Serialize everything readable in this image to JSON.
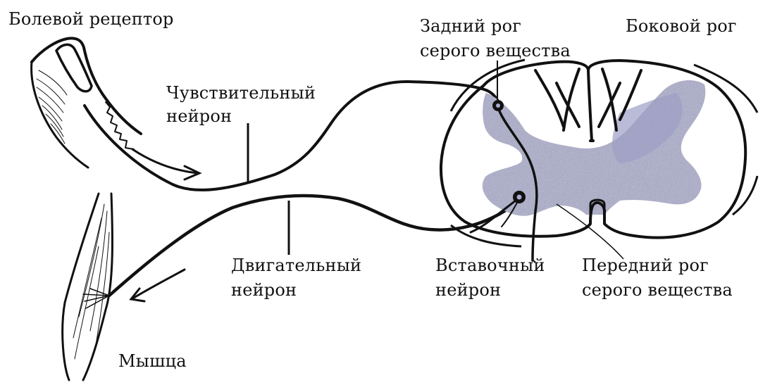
{
  "colors": {
    "ink": "#111111",
    "gray_matter": "#a9aacc",
    "gray_matter_dark": "#8e8fb8",
    "background": "#ffffff"
  },
  "labels": {
    "pain_receptor": "Болевой рецептор",
    "sensory_neuron_1": "Чувствительный",
    "sensory_neuron_2": "нейрон",
    "motor_neuron_1": "Двигательный",
    "motor_neuron_2": "нейрон",
    "muscle": "Мышца",
    "posterior_horn_1": "Задний рог",
    "posterior_horn_2": "серого вещества",
    "lateral_horn": "Боковой рог",
    "interneuron_1": "Вставочный",
    "interneuron_2": "нейрон",
    "anterior_horn_1": "Передний рог",
    "anterior_horn_2": "серого вещества"
  }
}
